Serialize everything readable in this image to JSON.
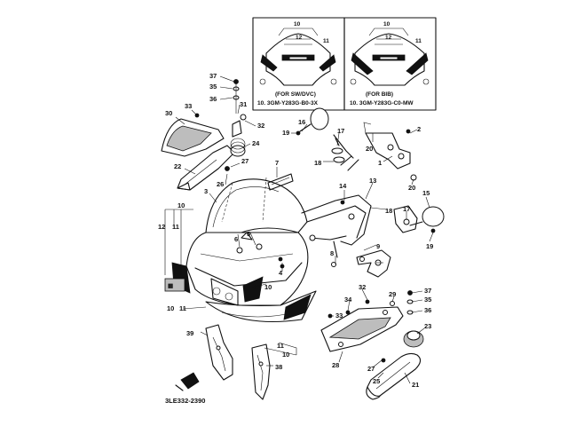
{
  "inset": {
    "left_caption_1": "(FOR SW/DVC)",
    "left_caption_2": "10. 3GM-Y283G-B0-3X",
    "right_caption_1": "(FOR BIB)",
    "right_caption_2": "10. 3GM-Y283G-C0-MW",
    "left_label_top": "10",
    "left_label_mid": "12",
    "left_label_side": "11",
    "right_label_top": "10",
    "right_label_mid": "12",
    "right_label_side": "11"
  },
  "footer_code": "3LE332-2390",
  "callouts": [
    {
      "id": "c37a",
      "text": "37"
    },
    {
      "id": "c35a",
      "text": "35"
    },
    {
      "id": "c36a",
      "text": "36"
    },
    {
      "id": "c31",
      "text": "31"
    },
    {
      "id": "c32a",
      "text": "32"
    },
    {
      "id": "c33a",
      "text": "33"
    },
    {
      "id": "c30",
      "text": "30"
    },
    {
      "id": "c24",
      "text": "24"
    },
    {
      "id": "c27a",
      "text": "27"
    },
    {
      "id": "c26",
      "text": "26"
    },
    {
      "id": "c22",
      "text": "22"
    },
    {
      "id": "c7",
      "text": "7"
    },
    {
      "id": "c3",
      "text": "3"
    },
    {
      "id": "c10a",
      "text": "10"
    },
    {
      "id": "c12",
      "text": "12"
    },
    {
      "id": "c11a",
      "text": "11"
    },
    {
      "id": "c6",
      "text": "6"
    },
    {
      "id": "c5",
      "text": "5"
    },
    {
      "id": "c4",
      "text": "4"
    },
    {
      "id": "c11b",
      "text": "11"
    },
    {
      "id": "c10b",
      "text": "10"
    },
    {
      "id": "c10c",
      "text": "10"
    },
    {
      "id": "c11c",
      "text": "11"
    },
    {
      "id": "c11d",
      "text": "11"
    },
    {
      "id": "c10d",
      "text": "10"
    },
    {
      "id": "c39",
      "text": "39"
    },
    {
      "id": "c38",
      "text": "38"
    },
    {
      "id": "c16",
      "text": "16"
    },
    {
      "id": "c19a",
      "text": "19"
    },
    {
      "id": "c17a",
      "text": "17"
    },
    {
      "id": "c18a",
      "text": "18"
    },
    {
      "id": "c20a",
      "text": "20"
    },
    {
      "id": "c2",
      "text": "2"
    },
    {
      "id": "c1",
      "text": "1"
    },
    {
      "id": "c20b",
      "text": "20"
    },
    {
      "id": "c15",
      "text": "15"
    },
    {
      "id": "c17b",
      "text": "17"
    },
    {
      "id": "c19b",
      "text": "19"
    },
    {
      "id": "c14",
      "text": "14"
    },
    {
      "id": "c13",
      "text": "13"
    },
    {
      "id": "c18b",
      "text": "18"
    },
    {
      "id": "c9",
      "text": "9"
    },
    {
      "id": "c8",
      "text": "8"
    },
    {
      "id": "c32b",
      "text": "32"
    },
    {
      "id": "c34",
      "text": "34"
    },
    {
      "id": "c33b",
      "text": "33"
    },
    {
      "id": "c29",
      "text": "29"
    },
    {
      "id": "c37b",
      "text": "37"
    },
    {
      "id": "c35b",
      "text": "35"
    },
    {
      "id": "c36b",
      "text": "36"
    },
    {
      "id": "c23",
      "text": "23"
    },
    {
      "id": "c28",
      "text": "28"
    },
    {
      "id": "c27b",
      "text": "27"
    },
    {
      "id": "c25",
      "text": "25"
    },
    {
      "id": "c21",
      "text": "21"
    }
  ]
}
